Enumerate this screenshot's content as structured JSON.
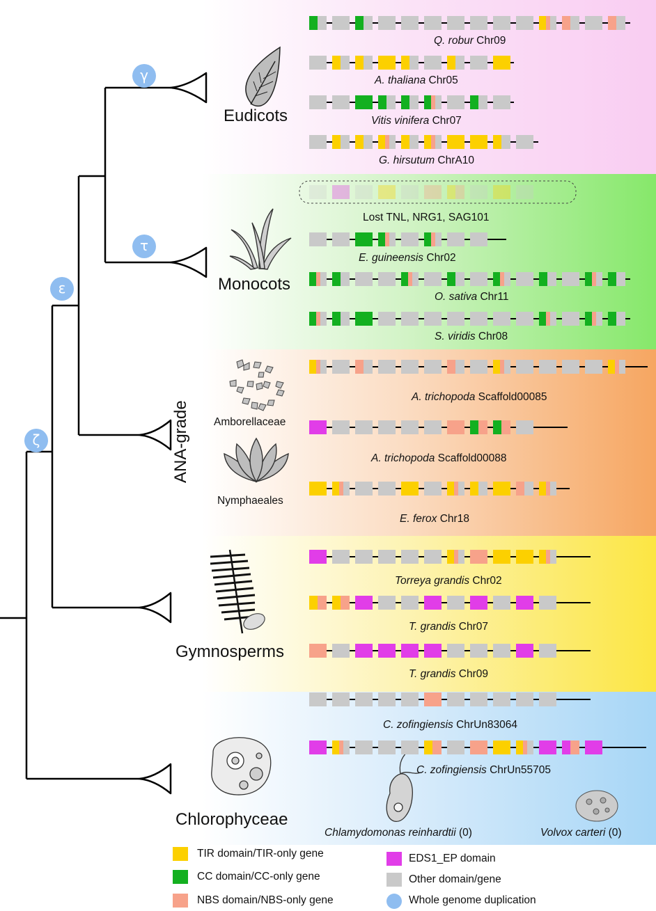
{
  "colors": {
    "TIR": "#fcd000",
    "CC": "#13b020",
    "NBS": "#f7a28a",
    "EDS1": "#e13de8",
    "Other": "#c9c9c9",
    "WGD": "#8fbdf0",
    "band_eudicots": "#f9cdf2",
    "band_monocots": "#86e86a",
    "band_ana": "#f6a661",
    "band_gymno": "#fce643",
    "band_chloro": "#a7d6f6"
  },
  "wgd": {
    "gamma": "γ",
    "tau": "τ",
    "epsilon": "ε",
    "zeta": "ζ"
  },
  "clades": {
    "eudicots": "Eudicots",
    "monocots": "Monocots",
    "ana": "ANA-grade",
    "amborellaceae": "Amborellaceae",
    "nymphaeales": "Nymphaeales",
    "gymnosperms": "Gymnosperms",
    "chlorophyceae": "Chlorophyceae"
  },
  "lost_label": "Lost TNL, NRG1, SAG101",
  "species_notes": {
    "chlamy_name": "Chlamydomonas reinhardtii",
    "chlamy_count": "(0)",
    "volvox_name": "Volvox carteri",
    "volvox_count": "(0)"
  },
  "tracks": [
    {
      "sp": "Q. robur",
      "chr": "Chr09",
      "genes": [
        [
          "CC",
          "Other"
        ],
        [
          "Other"
        ],
        [
          "CC",
          "Other"
        ],
        [
          "Other"
        ],
        [
          "Other"
        ],
        [
          "Other"
        ],
        [
          "Other"
        ],
        [
          "Other"
        ],
        [
          "Other"
        ],
        [
          "Other"
        ],
        [
          "TIR",
          "NBS",
          "Other"
        ],
        [
          "NBS",
          "Other"
        ],
        [
          "Other"
        ],
        [
          "NBS",
          "Other"
        ]
      ]
    },
    {
      "sp": "A. thaliana",
      "chr": "Chr05",
      "genes": [
        [
          "Other"
        ],
        [
          "TIR",
          "Other"
        ],
        [
          "TIR",
          "Other"
        ],
        [
          "TIR"
        ],
        [
          "TIR",
          "Other"
        ],
        [
          "Other"
        ],
        [
          "TIR",
          "Other"
        ],
        [
          "Other"
        ],
        [
          "TIR"
        ]
      ]
    },
    {
      "sp": "Vitis vinifera",
      "chr": "Chr07",
      "genes": [
        [
          "Other"
        ],
        [
          "Other"
        ],
        [
          "CC"
        ],
        [
          "CC",
          "Other"
        ],
        [
          "CC",
          "Other"
        ],
        [
          "CC",
          "NBS",
          "Other"
        ],
        [
          "Other"
        ],
        [
          "CC",
          "Other"
        ],
        [
          "Other"
        ]
      ]
    },
    {
      "sp": "G. hirsutum",
      "chr": "ChrA10",
      "genes": [
        [
          "Other"
        ],
        [
          "TIR",
          "Other"
        ],
        [
          "TIR",
          "Other"
        ],
        [
          "TIR",
          "NBS",
          "Other"
        ],
        [
          "TIR",
          "Other"
        ],
        [
          "TIR",
          "NBS",
          "Other"
        ],
        [
          "TIR"
        ],
        [
          "TIR"
        ],
        [
          "TIR",
          "Other"
        ],
        [
          "Other"
        ]
      ]
    },
    {
      "sp": "",
      "chr": "",
      "lost": true,
      "genes": [
        [
          "Other"
        ],
        [
          "EDS1"
        ],
        [
          "Other"
        ],
        [
          "TIR"
        ],
        [
          "Other"
        ],
        [
          "NBS"
        ],
        [
          "TIR",
          "NBS"
        ],
        [
          "Other"
        ],
        [
          "TIR"
        ],
        [
          "Other"
        ]
      ]
    },
    {
      "sp": "E. guineensis",
      "chr": "Chr02",
      "genes": [
        [
          "Other"
        ],
        [
          "Other"
        ],
        [
          "CC"
        ],
        [
          "CC",
          "NBS",
          "Other"
        ],
        [
          "Other"
        ],
        [
          "CC",
          "NBS",
          "Other"
        ],
        [
          "Other"
        ],
        [
          "Other"
        ]
      ]
    },
    {
      "sp": "O. sativa",
      "chr": "Chr11",
      "genes": [
        [
          "CC",
          "NBS",
          "Other"
        ],
        [
          "CC",
          "Other"
        ],
        [
          "Other"
        ],
        [
          "Other"
        ],
        [
          "CC",
          "NBS",
          "Other"
        ],
        [
          "Other"
        ],
        [
          "CC",
          "Other"
        ],
        [
          "Other"
        ],
        [
          "CC",
          "NBS",
          "Other"
        ],
        [
          "Other"
        ],
        [
          "CC",
          "Other"
        ],
        [
          "Other"
        ],
        [
          "CC",
          "NBS",
          "Other"
        ],
        [
          "CC",
          "Other"
        ]
      ]
    },
    {
      "sp": "S. viridis",
      "chr": "Chr08",
      "genes": [
        [
          "CC",
          "NBS",
          "Other"
        ],
        [
          "CC",
          "Other"
        ],
        [
          "CC"
        ],
        [
          "Other"
        ],
        [
          "Other"
        ],
        [
          "Other"
        ],
        [
          "Other"
        ],
        [
          "Other"
        ],
        [
          "Other"
        ],
        [
          "Other"
        ],
        [
          "CC",
          "NBS",
          "Other"
        ],
        [
          "Other"
        ],
        [
          "CC",
          "NBS",
          "Other"
        ],
        [
          "CC",
          "Other"
        ]
      ]
    },
    {
      "sp": "A. trichopoda",
      "chr": "Scaffold00085",
      "genes": [
        [
          "TIR",
          "NBS",
          "Other"
        ],
        [
          "Other"
        ],
        [
          "NBS",
          "Other"
        ],
        [
          "Other"
        ],
        [
          "Other"
        ],
        [
          "Other"
        ],
        [
          "NBS",
          "Other"
        ],
        [
          "Other"
        ],
        [
          "TIR",
          "NBS",
          "Other"
        ],
        [
          "Other"
        ],
        [
          "Other"
        ],
        [
          "Other"
        ],
        [
          "Other"
        ],
        [
          "TIR",
          "NBS",
          "Other"
        ]
      ]
    },
    {
      "sp": "A. trichopoda",
      "chr": "Scaffold00088",
      "genes": [
        [
          "EDS1"
        ],
        [
          "Other"
        ],
        [
          "Other"
        ],
        [
          "Other"
        ],
        [
          "Other"
        ],
        [
          "Other"
        ],
        [
          "NBS"
        ],
        [
          "CC",
          "NBS"
        ],
        [
          "CC",
          "NBS"
        ],
        [
          "Other"
        ]
      ]
    },
    {
      "sp": "E. ferox",
      "chr": "Chr18",
      "genes": [
        [
          "TIR"
        ],
        [
          "TIR",
          "NBS",
          "Other"
        ],
        [
          "Other"
        ],
        [
          "Other"
        ],
        [
          "TIR"
        ],
        [
          "Other"
        ],
        [
          "TIR",
          "NBS",
          "Other"
        ],
        [
          "TIR",
          "Other"
        ],
        [
          "TIR"
        ],
        [
          "NBS",
          "Other"
        ],
        [
          "TIR",
          "NBS",
          "Other"
        ]
      ]
    },
    {
      "sp": "Torreya grandis",
      "chr": "Chr02",
      "genes": [
        [
          "EDS1"
        ],
        [
          "Other"
        ],
        [
          "Other"
        ],
        [
          "Other"
        ],
        [
          "Other"
        ],
        [
          "Other"
        ],
        [
          "TIR",
          "NBS",
          "Other"
        ],
        [
          "NBS"
        ],
        [
          "TIR"
        ],
        [
          "TIR"
        ],
        [
          "TIR",
          "NBS",
          "Other"
        ]
      ]
    },
    {
      "sp": "T. grandis",
      "chr": "Chr07",
      "genes": [
        [
          "TIR",
          "NBS"
        ],
        [
          "TIR",
          "NBS"
        ],
        [
          "EDS1"
        ],
        [
          "Other"
        ],
        [
          "Other"
        ],
        [
          "EDS1"
        ],
        [
          "Other"
        ],
        [
          "EDS1"
        ],
        [
          "Other"
        ],
        [
          "EDS1"
        ],
        [
          "Other"
        ]
      ]
    },
    {
      "sp": "T. grandis",
      "chr": "Chr09",
      "genes": [
        [
          "NBS"
        ],
        [
          "Other"
        ],
        [
          "EDS1"
        ],
        [
          "EDS1"
        ],
        [
          "EDS1"
        ],
        [
          "EDS1"
        ],
        [
          "Other"
        ],
        [
          "Other"
        ],
        [
          "Other"
        ],
        [
          "EDS1"
        ],
        [
          "Other"
        ]
      ]
    },
    {
      "sp": "C. zofingiensis",
      "chr": "ChrUn83064",
      "genes": [
        [
          "Other"
        ],
        [
          "Other"
        ],
        [
          "Other"
        ],
        [
          "Other"
        ],
        [
          "Other"
        ],
        [
          "NBS"
        ],
        [
          "Other"
        ],
        [
          "Other"
        ],
        [
          "Other"
        ],
        [
          "Other"
        ],
        [
          "Other"
        ]
      ]
    },
    {
      "sp": "C. zofingiensis",
      "chr": "ChrUn55705",
      "genes": [
        [
          "EDS1"
        ],
        [
          "TIR",
          "NBS",
          "Other"
        ],
        [
          "Other"
        ],
        [
          "Other"
        ],
        [
          "Other"
        ],
        [
          "TIR",
          "NBS"
        ],
        [
          "Other"
        ],
        [
          "NBS"
        ],
        [
          "TIR"
        ],
        [
          "TIR",
          "NBS",
          "Other"
        ],
        [
          "EDS1"
        ],
        [
          "EDS1",
          "NBS"
        ],
        [
          "EDS1"
        ]
      ]
    }
  ],
  "legend": [
    {
      "key": "TIR",
      "label": "TIR domain/TIR-only gene"
    },
    {
      "key": "CC",
      "label": "CC domain/CC-only gene"
    },
    {
      "key": "NBS",
      "label": "NBS domain/NBS-only gene"
    },
    {
      "key": "EDS1",
      "label": "EDS1_EP domain"
    },
    {
      "key": "Other",
      "label": "Other domain/gene"
    },
    {
      "key": "WGD",
      "label": "Whole genome duplication"
    }
  ]
}
